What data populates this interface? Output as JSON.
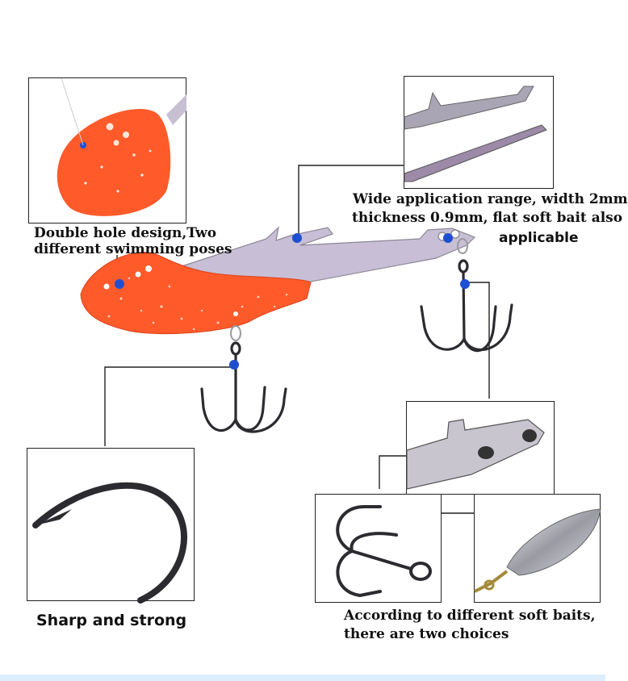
{
  "callouts": {
    "double_hole": {
      "line1": "Double hole design,Two",
      "line2": "different swimming poses"
    },
    "application": {
      "line1": "Wide application range, width 2mm",
      "line2": "thickness 0.9mm, flat soft bait also",
      "line3": "applicable"
    },
    "sharp": {
      "text": "Sharp and strong"
    },
    "choices": {
      "line1": "According to different soft baits,",
      "line2": "there are two choices"
    }
  },
  "colors": {
    "lure_orange": "#ff5a2a",
    "marker_blue": "#1f4fd1",
    "hook_dark": "#2b2b30",
    "metal": "#b9b3c4",
    "footer_tint": "#dceefc"
  },
  "icons": [
    "treble-hook-icon",
    "lure-head-icon",
    "spinner-blade-icon"
  ]
}
